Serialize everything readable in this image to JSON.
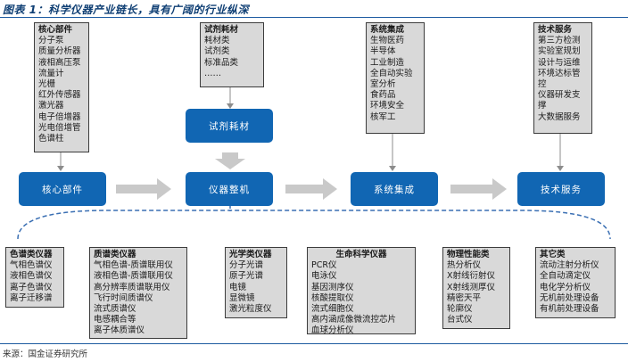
{
  "title": "图表 1：科学仪器产业链长，具有广阔的行业纵深",
  "source": "来源：国金证券研究所",
  "nodes": {
    "core": "核心部件",
    "instrument": "仪器整机",
    "integration": "系统集成",
    "service": "技术服务",
    "reagent": "试剂耗材"
  },
  "top_boxes": {
    "core": {
      "header": "核心部件",
      "items": [
        "分子泵",
        "质量分析器",
        "液相高压泵",
        "流量计",
        "光栅",
        "红外传感器",
        "激光器",
        "电子倍增器",
        "光电倍增管",
        "色谱柱"
      ]
    },
    "reagent": {
      "header": "试剂耗材",
      "items": [
        "耗材类",
        "试剂类",
        "标准品类",
        "……"
      ]
    },
    "integration": {
      "header": "系统集成",
      "items": [
        "生物医药",
        "半导体",
        "工业制造",
        "全自动实验",
        "室分析",
        "食药品",
        "环境安全",
        "核军工"
      ]
    },
    "service": {
      "header": "技术服务",
      "items": [
        "第三方检测",
        "实验室规划",
        "设计与运维",
        "环境达标管",
        "控",
        "仪器研发支",
        "撑",
        "大数据服务"
      ]
    }
  },
  "bottom_boxes": {
    "chromatography": {
      "header": "色谱类仪器",
      "items": [
        "气相色谱仪",
        "液相色谱仪",
        "离子色谱仪",
        "离子迁移谱"
      ]
    },
    "mass_spec": {
      "header": "质谱类仪器",
      "items": [
        "气相色谱-质谱联用仪",
        "液相色谱-质谱联用仪",
        "高分辨率质谱联用仪",
        "飞行时间质谱仪",
        "流式质谱仪",
        "电感耦合等",
        "离子体质谱仪"
      ]
    },
    "optical": {
      "header": "光学类仪器",
      "items": [
        "分子光谱",
        "原子光谱",
        "电镜",
        "显微镜",
        "激光粒度仪"
      ]
    },
    "life_science": {
      "header": "生命科学仪器",
      "items": [
        "PCR仪",
        "电泳仪",
        "基因测序仪",
        "核酸提取仪",
        "流式细胞仪",
        "高内涵成像微流控芯片",
        "血球分析仪"
      ]
    },
    "physical": {
      "header": "物理性能类",
      "items": [
        "热分析仪",
        "X射线衍射仪",
        "X射线测厚仪",
        "精密天平",
        "轮廓仪",
        "台式仪"
      ]
    },
    "other": {
      "header": "其它类",
      "items": [
        "流动注射分析仪",
        "全自动滴定仪",
        "电化学分析仪",
        "无机前处理设备",
        "有机前处理设备"
      ]
    }
  },
  "colors": {
    "node_blue": "#1166b3",
    "box_gray": "#d9d9d9",
    "arrow_gray": "#c9c9c9",
    "dash_blue": "#3a6fb3",
    "title_blue": "#0f3f74"
  }
}
